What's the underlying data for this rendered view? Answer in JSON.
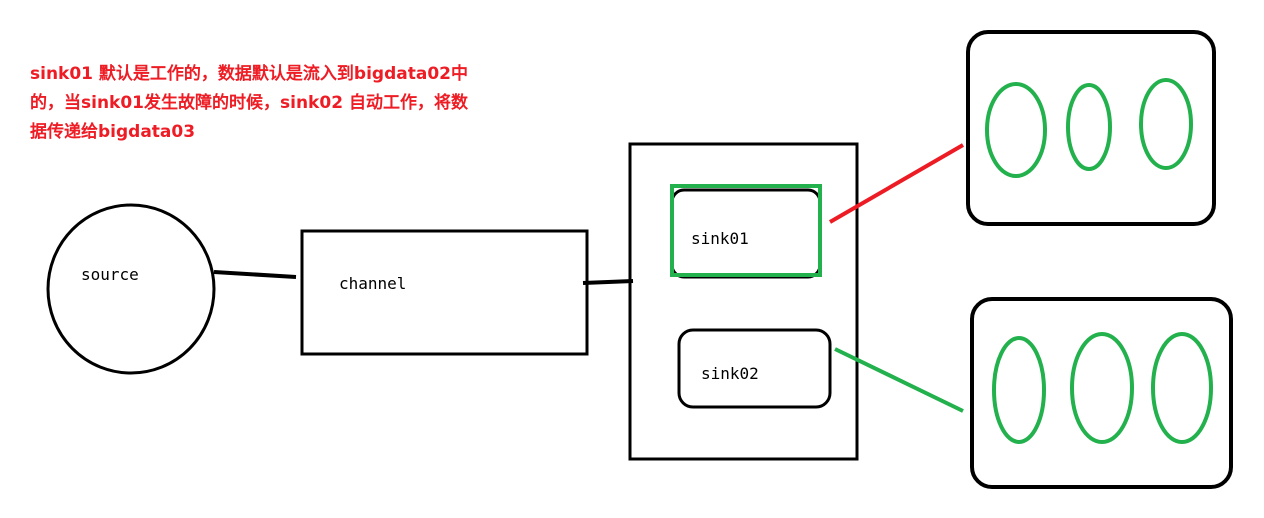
{
  "note": "sink01 默认是工作的，数据默认是流入到bigdata02中\n的，当sink01发生故障的时候，sink02 自动工作，将数\n据传递给bigdata03",
  "nodes": {
    "source": "source",
    "channel": "channel",
    "sink01": "sink01",
    "sink02": "sink02"
  },
  "colors": {
    "note_text": "#ee1c24",
    "active_sink": "#22b14c",
    "active_link": "#ed1c24",
    "failover_link": "#22b14c",
    "outline": "#000000"
  }
}
